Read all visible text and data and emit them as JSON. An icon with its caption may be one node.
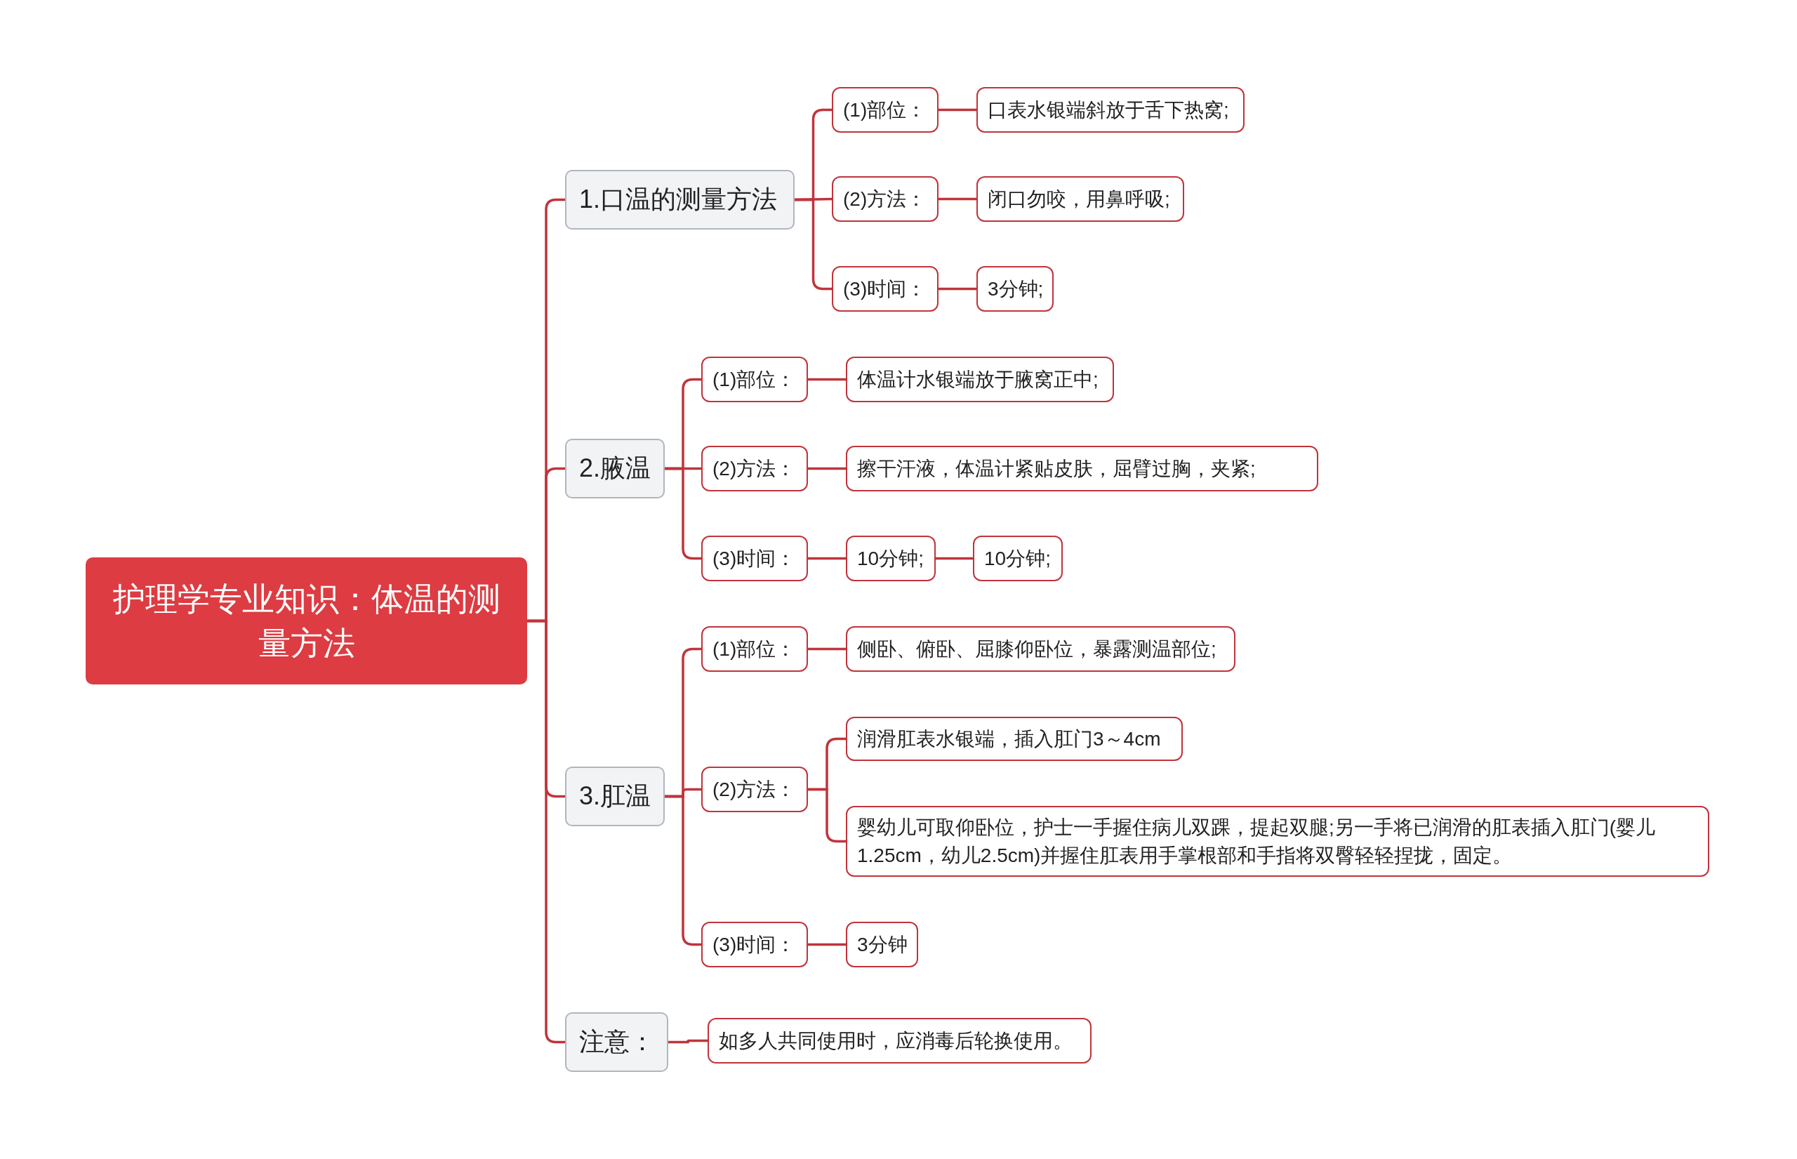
{
  "diagram": {
    "nodes": [
      {
        "text": [
          "护理学专业知识：体温的测量方法"
        ]
      },
      {
        "text": [
          "1.口温的测量方法"
        ]
      },
      {
        "text": [
          "(1)部位："
        ]
      },
      {
        "text": [
          "口表水银端斜放于舌下热窝;"
        ]
      },
      {
        "text": [
          "(2)方法："
        ]
      },
      {
        "text": [
          "闭口勿咬，用鼻呼吸;"
        ]
      },
      {
        "text": [
          "(3)时间："
        ]
      },
      {
        "text": [
          "3分钟;"
        ]
      },
      {
        "text": [
          "2.腋温"
        ]
      },
      {
        "text": [
          "(1)部位："
        ]
      },
      {
        "text": [
          "体温计水银端放于腋窝正中;"
        ]
      },
      {
        "text": [
          "(2)方法："
        ]
      },
      {
        "text": [
          "擦干汗液，体温计紧贴皮肤，屈臂过胸，夹紧;"
        ]
      },
      {
        "text": [
          "(3)时间："
        ]
      },
      {
        "text": [
          "10分钟;"
        ]
      },
      {
        "text": [
          "10分钟;"
        ]
      },
      {
        "text": [
          "3.肛温"
        ]
      },
      {
        "text": [
          "(1)部位："
        ]
      },
      {
        "text": [
          "侧卧、俯卧、屈膝仰卧位，暴露测温部位;"
        ]
      },
      {
        "text": [
          "(2)方法："
        ]
      },
      {
        "text": [
          "润滑肛表水银端，插入肛门3～4cm"
        ]
      },
      {
        "text": [
          "婴幼儿可取仰卧位，护士一手握住病儿双踝，提起双腿;另一手将已润滑的肛表插入肛门(婴儿1.25cm，幼儿2.5cm)并握住肛表用手掌根部和手指将双臀轻轻捏拢，固定。"
        ]
      },
      {
        "text": [
          "(3)时间："
        ]
      },
      {
        "text": [
          "3分钟"
        ]
      },
      {
        "text": [
          "注意："
        ]
      },
      {
        "text": [
          "如多人共同使用时，应消毒后轮换使用。"
        ]
      }
    ],
    "edges": [
      {
        "from": 0,
        "to": 1,
        "arrow": "none"
      },
      {
        "from": 0,
        "to": 8,
        "arrow": "none"
      },
      {
        "from": 0,
        "to": 16,
        "arrow": "none"
      },
      {
        "from": 0,
        "to": 24,
        "arrow": "none"
      },
      {
        "from": 1,
        "to": 2,
        "arrow": "none"
      },
      {
        "from": 1,
        "to": 4,
        "arrow": "none"
      },
      {
        "from": 1,
        "to": 6,
        "arrow": "none"
      },
      {
        "from": 2,
        "to": 3,
        "arrow": "none"
      },
      {
        "from": 4,
        "to": 5,
        "arrow": "none"
      },
      {
        "from": 6,
        "to": 7,
        "arrow": "none"
      },
      {
        "from": 8,
        "to": 9,
        "arrow": "none"
      },
      {
        "from": 8,
        "to": 11,
        "arrow": "none"
      },
      {
        "from": 8,
        "to": 13,
        "arrow": "none"
      },
      {
        "from": 9,
        "to": 10,
        "arrow": "none"
      },
      {
        "from": 11,
        "to": 12,
        "arrow": "none"
      },
      {
        "from": 13,
        "to": 14,
        "arrow": "none"
      },
      {
        "from": 14,
        "to": 15,
        "arrow": "none"
      },
      {
        "from": 16,
        "to": 17,
        "arrow": "none"
      },
      {
        "from": 16,
        "to": 19,
        "arrow": "none"
      },
      {
        "from": 16,
        "to": 22,
        "arrow": "none"
      },
      {
        "from": 17,
        "to": 18,
        "arrow": "none"
      },
      {
        "from": 19,
        "to": 20,
        "arrow": "none"
      },
      {
        "from": 19,
        "to": 21,
        "arrow": "none"
      },
      {
        "from": 22,
        "to": 23,
        "arrow": "none"
      },
      {
        "from": 24,
        "to": 25,
        "arrow": "none"
      }
    ]
  }
}
